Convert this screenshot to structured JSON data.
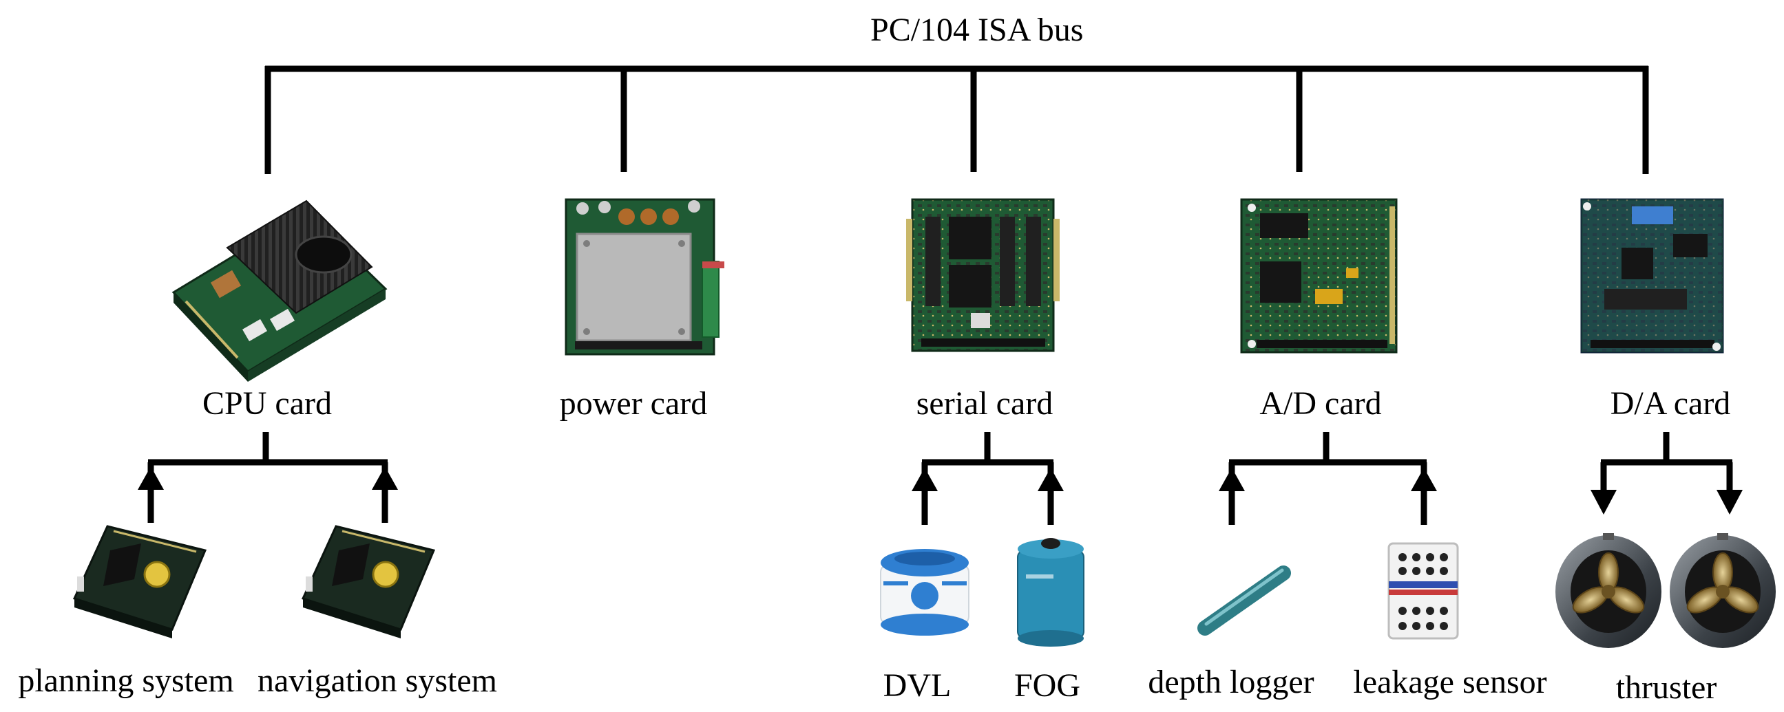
{
  "bus": {
    "label": "PC/104 ISA bus"
  },
  "cards": {
    "cpu": {
      "label": "CPU card"
    },
    "power": {
      "label": "power card"
    },
    "serial": {
      "label": "serial  card"
    },
    "ad": {
      "label": "A/D card"
    },
    "da": {
      "label": "D/A card"
    }
  },
  "devices": {
    "planning": {
      "label": "planning system"
    },
    "navigation": {
      "label": "navigation system"
    },
    "dvl": {
      "label": "DVL"
    },
    "fog": {
      "label": "FOG"
    },
    "depth": {
      "label": "depth  logger"
    },
    "leakage": {
      "label": "leakage sensor"
    },
    "thruster": {
      "label": "thruster"
    }
  },
  "colors": {
    "line": "#000000",
    "pcb_green": "#1f5a34",
    "pcb_dark": "#16241a",
    "heatsink": "#1a1a1a",
    "power_plate": "#b8b8b8",
    "dvl_blue": "#2f7fd1",
    "fog_teal": "#2a8fb5",
    "thruster_bronze": "#9a7a3a"
  }
}
